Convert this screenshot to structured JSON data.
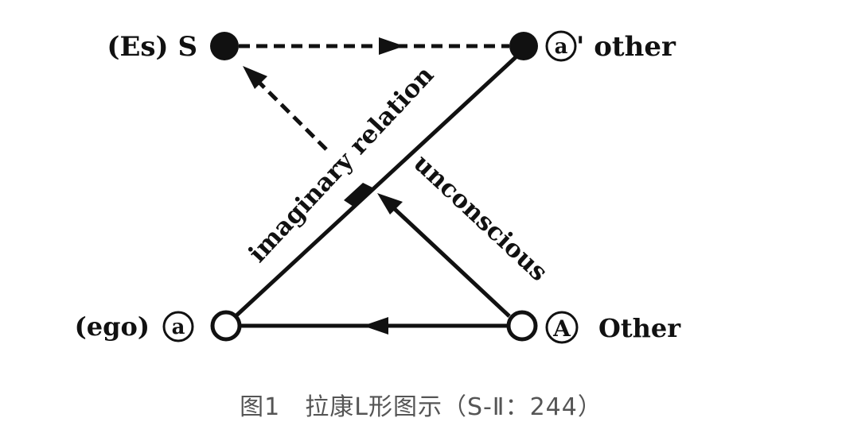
{
  "nodes": {
    "es_s": {
      "label": "(Es) S"
    },
    "a_prime": {
      "letter": "a",
      "suffix": "' other"
    },
    "ego_a": {
      "prefix": "(ego)",
      "letter": "a"
    },
    "big_a": {
      "letter": "A",
      "suffix": "Other"
    }
  },
  "edges": {
    "imaginary": "imaginary relation",
    "unconscious": "unconscious"
  },
  "caption": "图1　拉康L形图示（S-Ⅱ：244）",
  "colors": {
    "ink": "#111111",
    "caption": "#555555"
  }
}
